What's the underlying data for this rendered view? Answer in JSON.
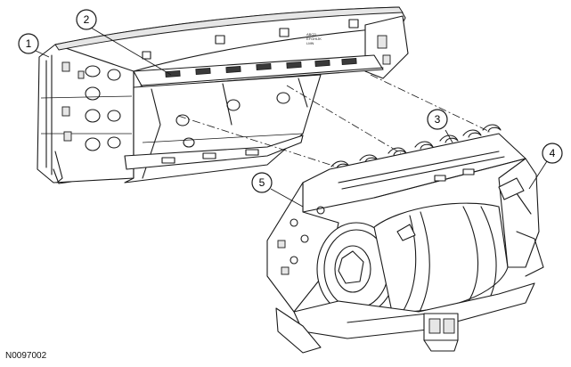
{
  "figure_id": "N0097002",
  "callouts": [
    "1",
    "2",
    "3",
    "4",
    "5"
  ],
  "panel_markings": {
    "line1": "ABCD",
    "line2": "EFGHIJK",
    "line3": "LMN"
  }
}
